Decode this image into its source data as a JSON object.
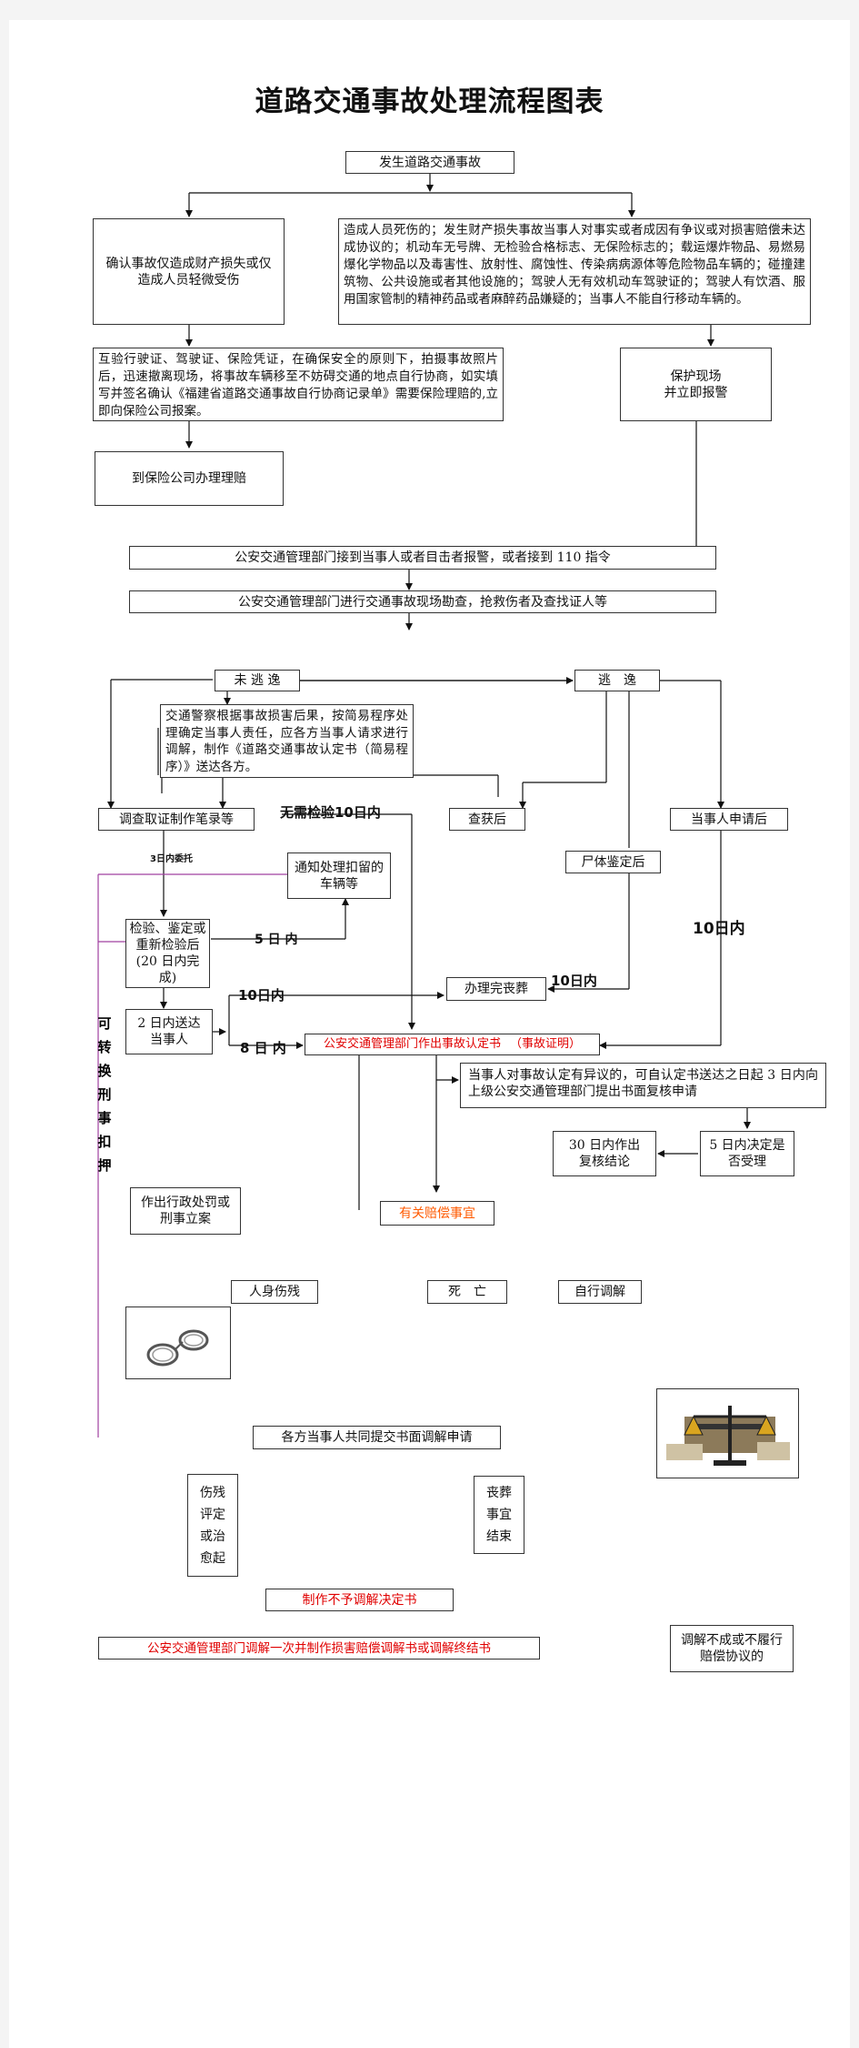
{
  "title": "道路交通事故处理流程图表",
  "nodes": {
    "start": "发生道路交通事故",
    "minor": "确认事故仅造成财产损失或仅造成人员轻微受伤",
    "serious": "造成人员死伤的；发生财产损失事故当事人对事实或者成因有争议或对损害赔偿未达成协议的；机动车无号牌、无检验合格标志、无保险标志的；载运爆炸物品、易燃易爆化学物品以及毒害性、放射性、腐蚀性、传染病病源体等危险物品车辆的；碰撞建筑物、公共设施或者其他设施的；驾驶人无有效机动车驾驶证的；驾驶人有饮酒、服用国家管制的精神药品或者麻醉药品嫌疑的；当事人不能自行移动车辆的。",
    "self_settle": "互验行驶证、驾驶证、保险凭证，在确保安全的原则下，拍摄事故照片后，迅速撤离现场，将事故车辆移至不妨碍交通的地点自行协商，如实填写并签名确认《福建省道路交通事故自行协商记录单》需要保险理赔的,立即向保险公司报案。",
    "protect": "保护现场\n并立即报警",
    "insurance": "到保险公司办理理赔",
    "police_receive": "公安交通管理部门接到当事人或者目击者报警，或者接到 110 指令",
    "police_survey": "公安交通管理部门进行交通事故现场勘查，抢救伤者及查找证人等",
    "not_fled": "未 逃 逸",
    "fled": "逃　逸",
    "simple": "交通警察根据事故损害后果，按简易程序处理确定当事人责任，应各方当事人请求进行调解，制作《道路交通事故认定书（简易程序）》送达各方。",
    "investigate": "调查取证制作笔录等",
    "caught": "查获后",
    "party_apply": "当事人申请后",
    "detained": "通知处理扣留的车辆等",
    "autopsy": "尸体鉴定后",
    "inspect": "检验、鉴定或重新检验后(20 日内完成)",
    "funeral": "办理完丧葬",
    "deliver": "2 日内送达当事人",
    "cert_main": "公安交通管理部门作出事故认定书",
    "cert_sub": "（事故证明）",
    "objection": "当事人对事故认定有异议的，可自认定书送达之日起 3 日内向上级公安交通管理部门提出书面复核申请",
    "review_result": "30 日内作出复核结论",
    "accept": "5 日内决定是否受理",
    "penalty": "作出行政处罚或刑事立案",
    "compensation": "有关赔偿事宜",
    "injury": "人身伤残",
    "death": "死　亡",
    "self_mediate": "自行调解",
    "joint_apply": "各方当事人共同提交书面调解申请",
    "disability": "伤残评定或治愈起",
    "funeral_end": "丧葬事宜结束",
    "no_mediate": "制作不予调解决定书",
    "mediation": "公安交通管理部门调解一次并制作损害赔偿调解书或调解终结书",
    "failed": "调解不成或不履行赔偿协议的"
  },
  "labels": {
    "no_check": "无需检验10日内",
    "three_days": "3日内委托",
    "five_days": "5 日 内",
    "ten_days_a": "10日内",
    "eight_days": "8 日 内",
    "ten_days_b": "10日内",
    "ten_days_c": "10日内",
    "criminal": "可转换刑事扣押"
  },
  "colors": {
    "red": "#e00000",
    "orange": "#ff5a00",
    "purple": "#a040a0"
  },
  "icons": [
    "handcuffs-icon",
    "justice-scale-icon"
  ]
}
